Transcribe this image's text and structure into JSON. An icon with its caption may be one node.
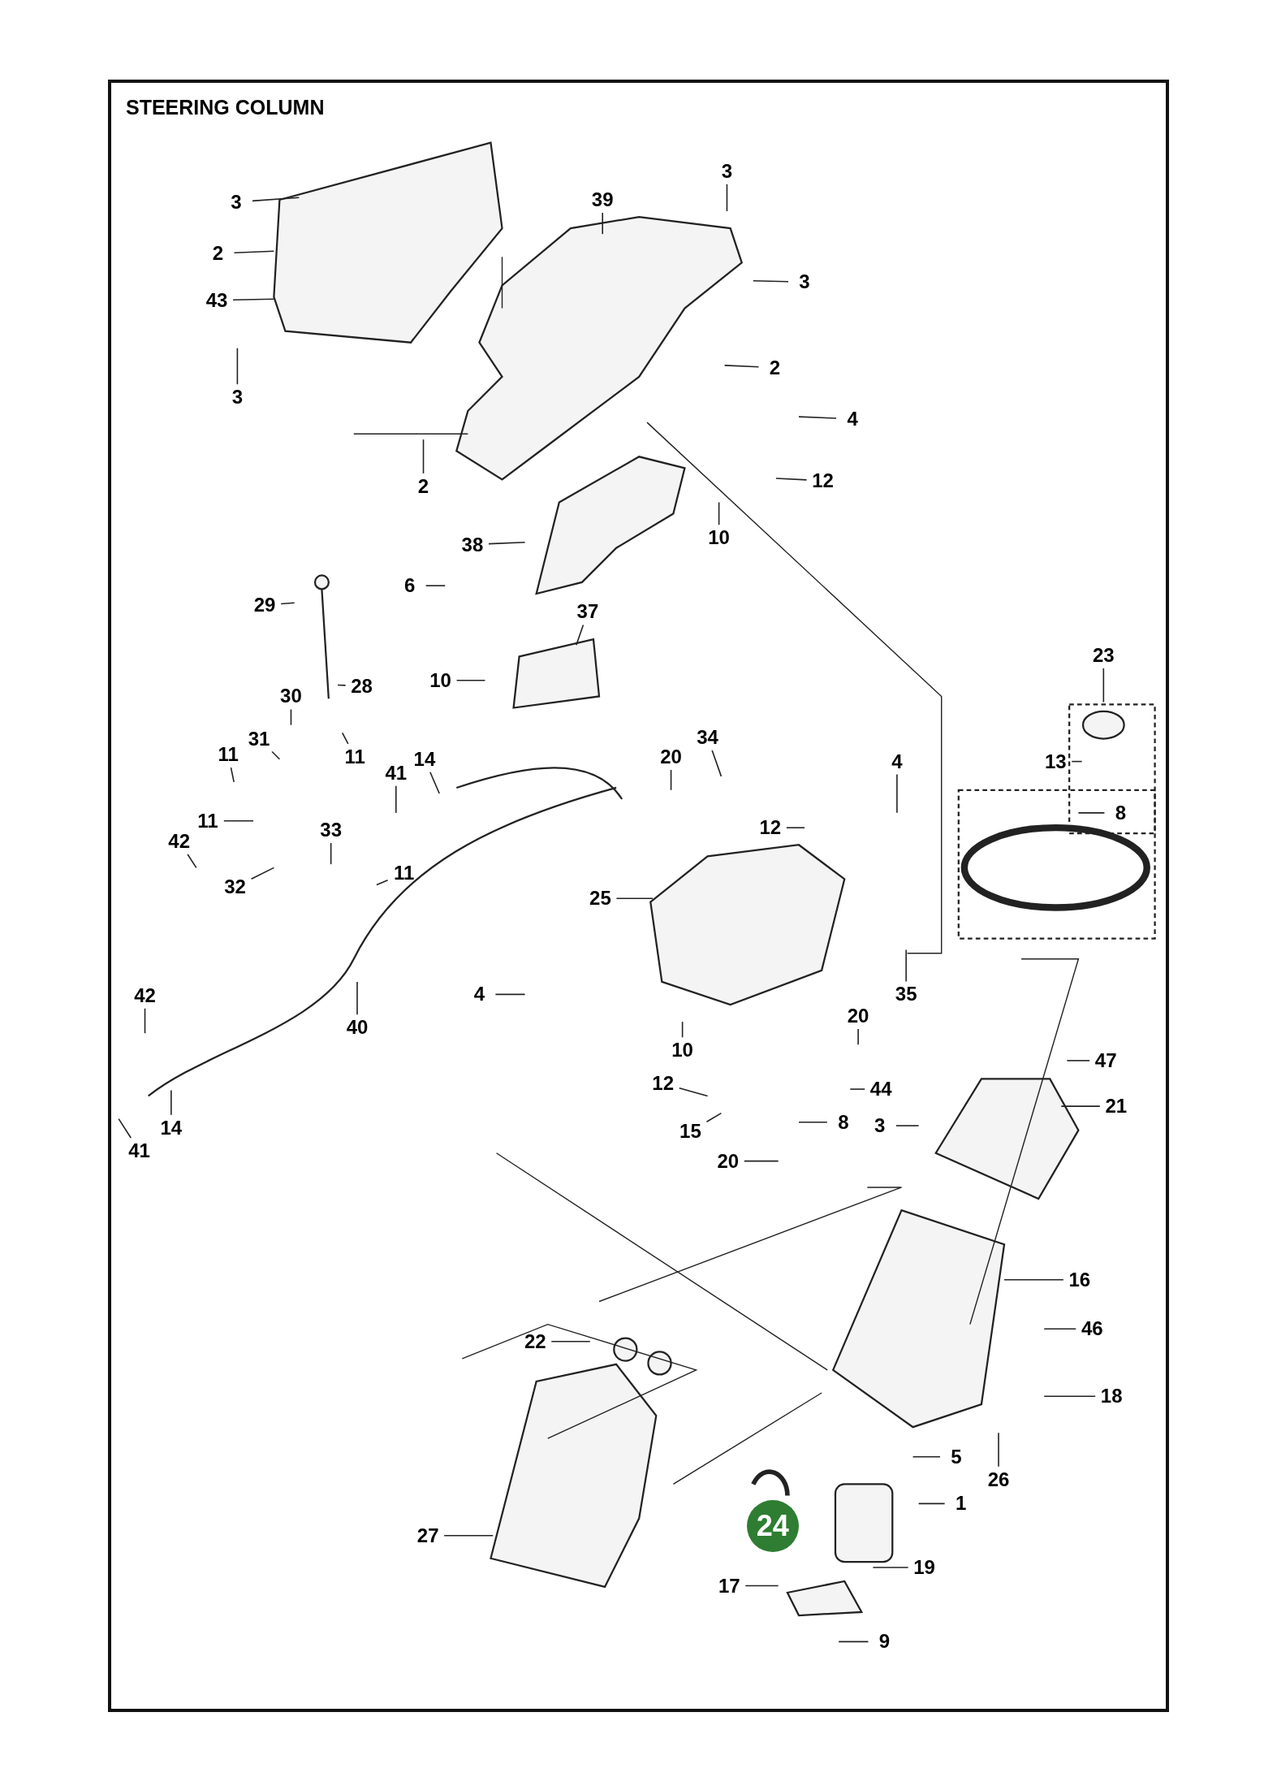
{
  "diagram": {
    "title": "STEERING COLUMN",
    "nodes": [
      {
        "text": [
          "3"
        ]
      },
      {
        "text": [
          "2"
        ]
      },
      {
        "text": [
          "43"
        ]
      },
      {
        "text": [
          "3"
        ]
      },
      {
        "text": [
          "3"
        ]
      },
      {
        "text": [
          "39"
        ]
      },
      {
        "text": [
          "3"
        ]
      },
      {
        "text": [
          "2"
        ]
      },
      {
        "text": [
          "4"
        ]
      },
      {
        "text": [
          "2"
        ]
      },
      {
        "text": [
          "12"
        ]
      },
      {
        "text": [
          "10"
        ]
      },
      {
        "text": [
          "38"
        ]
      },
      {
        "text": [
          "6"
        ]
      },
      {
        "text": [
          "37"
        ]
      },
      {
        "text": [
          "29"
        ]
      },
      {
        "text": [
          "28"
        ]
      },
      {
        "text": [
          "10"
        ]
      },
      {
        "text": [
          "30"
        ]
      },
      {
        "text": [
          "31"
        ]
      },
      {
        "text": [
          "11"
        ]
      },
      {
        "text": [
          "11"
        ]
      },
      {
        "text": [
          "20"
        ]
      },
      {
        "text": [
          "34"
        ]
      },
      {
        "text": [
          "4"
        ]
      },
      {
        "text": [
          "41"
        ]
      },
      {
        "text": [
          "14"
        ]
      },
      {
        "text": [
          "23"
        ]
      },
      {
        "text": [
          "13"
        ]
      },
      {
        "text": [
          "8"
        ]
      },
      {
        "text": [
          "12"
        ]
      },
      {
        "text": [
          "11"
        ]
      },
      {
        "text": [
          "42"
        ]
      },
      {
        "text": [
          "33"
        ]
      },
      {
        "text": [
          "32"
        ]
      },
      {
        "text": [
          "11"
        ]
      },
      {
        "text": [
          "25"
        ]
      },
      {
        "text": [
          "35"
        ]
      },
      {
        "text": [
          "42"
        ]
      },
      {
        "text": [
          "40"
        ]
      },
      {
        "text": [
          "4"
        ]
      },
      {
        "text": [
          "20"
        ]
      },
      {
        "text": [
          "10"
        ]
      },
      {
        "text": [
          "12"
        ]
      },
      {
        "text": [
          "44"
        ]
      },
      {
        "text": [
          "14"
        ]
      },
      {
        "text": [
          "41"
        ]
      },
      {
        "text": [
          "15"
        ]
      },
      {
        "text": [
          "8"
        ]
      },
      {
        "text": [
          "20"
        ]
      },
      {
        "text": [
          "47"
        ]
      },
      {
        "text": [
          "21"
        ]
      },
      {
        "text": [
          "3"
        ]
      },
      {
        "text": [
          "16"
        ]
      },
      {
        "text": [
          "46"
        ]
      },
      {
        "text": [
          "22"
        ]
      },
      {
        "text": [
          "18"
        ]
      },
      {
        "text": [
          "26"
        ]
      },
      {
        "text": [
          "5"
        ]
      },
      {
        "text": [
          "1"
        ]
      },
      {
        "text": [
          "24"
        ]
      },
      {
        "text": [
          "27"
        ]
      },
      {
        "text": [
          "19"
        ]
      },
      {
        "text": [
          "17"
        ]
      },
      {
        "text": [
          "9"
        ]
      }
    ],
    "edges": [
      {
        "from": 0,
        "to": null,
        "arrow": "none"
      },
      {
        "from": 1,
        "to": null,
        "arrow": "none"
      },
      {
        "from": 2,
        "to": null,
        "arrow": "none"
      },
      {
        "from": 3,
        "to": null,
        "arrow": "none"
      },
      {
        "from": 4,
        "to": null,
        "arrow": "none"
      },
      {
        "from": 5,
        "to": null,
        "arrow": "none"
      },
      {
        "from": 6,
        "to": null,
        "arrow": "none"
      },
      {
        "from": 7,
        "to": null,
        "arrow": "none"
      },
      {
        "from": 8,
        "to": null,
        "arrow": "none"
      },
      {
        "from": 9,
        "to": null,
        "arrow": "none"
      },
      {
        "from": 10,
        "to": null,
        "arrow": "none"
      },
      {
        "from": 11,
        "to": null,
        "arrow": "none"
      },
      {
        "from": 12,
        "to": null,
        "arrow": "none"
      },
      {
        "from": 13,
        "to": null,
        "arrow": "none"
      },
      {
        "from": 14,
        "to": null,
        "arrow": "none"
      },
      {
        "from": 15,
        "to": null,
        "arrow": "none"
      },
      {
        "from": 16,
        "to": null,
        "arrow": "none"
      },
      {
        "from": 17,
        "to": null,
        "arrow": "none"
      },
      {
        "from": 18,
        "to": null,
        "arrow": "none"
      },
      {
        "from": 19,
        "to": null,
        "arrow": "none"
      },
      {
        "from": 20,
        "to": null,
        "arrow": "none"
      },
      {
        "from": 21,
        "to": null,
        "arrow": "none"
      },
      {
        "from": 22,
        "to": null,
        "arrow": "none"
      },
      {
        "from": 23,
        "to": null,
        "arrow": "none"
      },
      {
        "from": 24,
        "to": null,
        "arrow": "none"
      },
      {
        "from": 25,
        "to": null,
        "arrow": "none"
      },
      {
        "from": 26,
        "to": null,
        "arrow": "none"
      },
      {
        "from": 27,
        "to": null,
        "arrow": "none"
      },
      {
        "from": 28,
        "to": null,
        "arrow": "none"
      },
      {
        "from": 29,
        "to": null,
        "arrow": "none"
      },
      {
        "from": 30,
        "to": null,
        "arrow": "none"
      },
      {
        "from": 31,
        "to": null,
        "arrow": "none"
      },
      {
        "from": 32,
        "to": null,
        "arrow": "none"
      },
      {
        "from": 33,
        "to": null,
        "arrow": "none"
      },
      {
        "from": 34,
        "to": null,
        "arrow": "none"
      },
      {
        "from": 35,
        "to": null,
        "arrow": "none"
      },
      {
        "from": 36,
        "to": null,
        "arrow": "none"
      },
      {
        "from": 37,
        "to": null,
        "arrow": "none"
      },
      {
        "from": 38,
        "to": null,
        "arrow": "none"
      },
      {
        "from": 39,
        "to": null,
        "arrow": "none"
      },
      {
        "from": 40,
        "to": null,
        "arrow": "none"
      },
      {
        "from": 41,
        "to": null,
        "arrow": "none"
      },
      {
        "from": 42,
        "to": null,
        "arrow": "none"
      },
      {
        "from": 43,
        "to": null,
        "arrow": "none"
      },
      {
        "from": 44,
        "to": null,
        "arrow": "none"
      },
      {
        "from": 45,
        "to": null,
        "arrow": "none"
      },
      {
        "from": 46,
        "to": null,
        "arrow": "none"
      },
      {
        "from": 47,
        "to": null,
        "arrow": "none"
      },
      {
        "from": 48,
        "to": null,
        "arrow": "none"
      },
      {
        "from": 49,
        "to": null,
        "arrow": "none"
      },
      {
        "from": 50,
        "to": null,
        "arrow": "none"
      },
      {
        "from": 51,
        "to": null,
        "arrow": "none"
      },
      {
        "from": 52,
        "to": null,
        "arrow": "none"
      },
      {
        "from": 53,
        "to": null,
        "arrow": "none"
      },
      {
        "from": 54,
        "to": null,
        "arrow": "none"
      },
      {
        "from": 55,
        "to": null,
        "arrow": "none"
      },
      {
        "from": 56,
        "to": null,
        "arrow": "none"
      },
      {
        "from": 57,
        "to": null,
        "arrow": "none"
      },
      {
        "from": 58,
        "to": null,
        "arrow": "none"
      },
      {
        "from": 59,
        "to": null,
        "arrow": "none"
      },
      {
        "from": 61,
        "to": null,
        "arrow": "none"
      },
      {
        "from": 62,
        "to": null,
        "arrow": "none"
      },
      {
        "from": 63,
        "to": null,
        "arrow": "none"
      },
      {
        "from": 64,
        "to": null,
        "arrow": "none"
      }
    ]
  }
}
